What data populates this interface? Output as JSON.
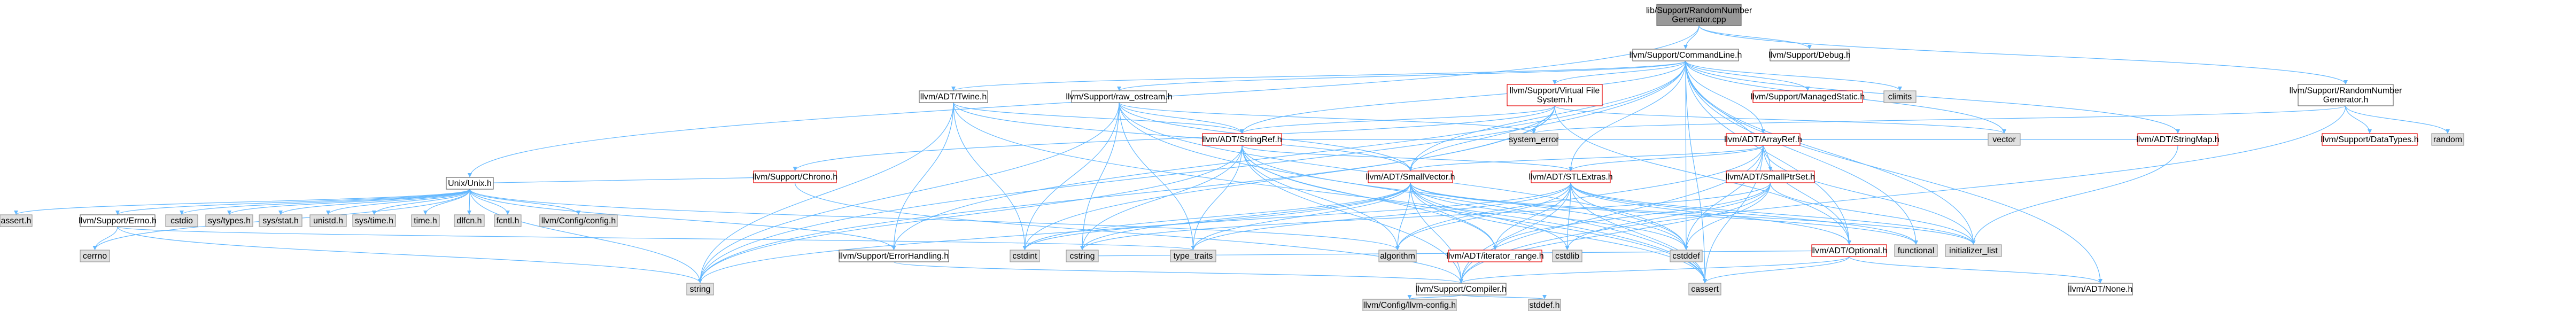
{
  "diagram": {
    "type": "include-dependency-graph",
    "colors": {
      "edge": "#63b8ff",
      "root_fill": "#999999",
      "linked_border": "#e50000",
      "external_fill": "#e0e0e0"
    },
    "nodes": [
      {
        "id": "root",
        "label": [
          "lib/Support/RandomNumber",
          "Generator.cpp"
        ],
        "style": "root"
      },
      {
        "id": "commandline",
        "label": [
          "llvm/Support/CommandLine.h"
        ],
        "style": "plain"
      },
      {
        "id": "debug",
        "label": [
          "llvm/Support/Debug.h"
        ],
        "style": "plain"
      },
      {
        "id": "unix",
        "label": [
          "Unix/Unix.h"
        ],
        "style": "plain"
      },
      {
        "id": "twine",
        "label": [
          "llvm/ADT/Twine.h"
        ],
        "style": "plain"
      },
      {
        "id": "rawostream",
        "label": [
          "llvm/Support/raw_ostream.h"
        ],
        "style": "plain"
      },
      {
        "id": "vfs",
        "label": [
          "llvm/Support/Virtual File",
          "System.h"
        ],
        "style": "red"
      },
      {
        "id": "managedstatic",
        "label": [
          "llvm/Support/ManagedStatic.h"
        ],
        "style": "red"
      },
      {
        "id": "climits",
        "label": [
          "climits"
        ],
        "style": "grey"
      },
      {
        "id": "rng",
        "label": [
          "llvm/Support/RandomNumber",
          "Generator.h"
        ],
        "style": "plain"
      },
      {
        "id": "datatypes",
        "label": [
          "llvm/Support/DataTypes.h"
        ],
        "style": "red"
      },
      {
        "id": "random",
        "label": [
          "random"
        ],
        "style": "grey"
      },
      {
        "id": "stringmap",
        "label": [
          "llvm/ADT/StringMap.h"
        ],
        "style": "red"
      },
      {
        "id": "arrayref",
        "label": [
          "llvm/ADT/ArrayRef.h"
        ],
        "style": "red"
      },
      {
        "id": "stringref",
        "label": [
          "llvm/ADT/StringRef.h"
        ],
        "style": "red"
      },
      {
        "id": "smallptrset",
        "label": [
          "llvm/ADT/SmallPtrSet.h"
        ],
        "style": "red"
      },
      {
        "id": "stlextras",
        "label": [
          "llvm/ADT/STLExtras.h"
        ],
        "style": "red"
      },
      {
        "id": "smallvector",
        "label": [
          "llvm/ADT/SmallVector.h"
        ],
        "style": "red"
      },
      {
        "id": "systemerror",
        "label": [
          "system_error"
        ],
        "style": "grey"
      },
      {
        "id": "vector",
        "label": [
          "vector"
        ],
        "style": "grey"
      },
      {
        "id": "chrono",
        "label": [
          "llvm/Support/Chrono.h"
        ],
        "style": "red"
      },
      {
        "id": "errno",
        "label": [
          "llvm/Support/Errno.h"
        ],
        "style": "plain"
      },
      {
        "id": "configh",
        "label": [
          "llvm/Config/config.h"
        ],
        "style": "grey"
      },
      {
        "id": "asserth",
        "label": [
          "assert.h"
        ],
        "style": "grey"
      },
      {
        "id": "cstdio",
        "label": [
          "cstdio"
        ],
        "style": "grey"
      },
      {
        "id": "systypes",
        "label": [
          "sys/types.h"
        ],
        "style": "grey"
      },
      {
        "id": "sysstat",
        "label": [
          "sys/stat.h"
        ],
        "style": "grey"
      },
      {
        "id": "unistd",
        "label": [
          "unistd.h"
        ],
        "style": "grey"
      },
      {
        "id": "systime",
        "label": [
          "sys/time.h"
        ],
        "style": "grey"
      },
      {
        "id": "timeh",
        "label": [
          "time.h"
        ],
        "style": "grey"
      },
      {
        "id": "dlfcn",
        "label": [
          "dlfcn.h"
        ],
        "style": "grey"
      },
      {
        "id": "fcntl",
        "label": [
          "fcntl.h"
        ],
        "style": "grey"
      },
      {
        "id": "cerrno",
        "label": [
          "cerrno"
        ],
        "style": "grey"
      },
      {
        "id": "errorhandling",
        "label": [
          "llvm/Support/ErrorHandling.h"
        ],
        "style": "plain"
      },
      {
        "id": "cstdint",
        "label": [
          "cstdint"
        ],
        "style": "grey"
      },
      {
        "id": "cstring",
        "label": [
          "cstring"
        ],
        "style": "grey"
      },
      {
        "id": "typetraits",
        "label": [
          "type_traits"
        ],
        "style": "grey"
      },
      {
        "id": "algorithm",
        "label": [
          "algorithm"
        ],
        "style": "grey"
      },
      {
        "id": "iteratorrange",
        "label": [
          "llvm/ADT/iterator_range.h"
        ],
        "style": "red"
      },
      {
        "id": "cstdlib",
        "label": [
          "cstdlib"
        ],
        "style": "grey"
      },
      {
        "id": "cstddef",
        "label": [
          "cstddef"
        ],
        "style": "grey"
      },
      {
        "id": "optional",
        "label": [
          "llvm/ADT/Optional.h"
        ],
        "style": "red"
      },
      {
        "id": "functional",
        "label": [
          "functional"
        ],
        "style": "grey"
      },
      {
        "id": "initlist",
        "label": [
          "initializer_list"
        ],
        "style": "grey"
      },
      {
        "id": "string",
        "label": [
          "string"
        ],
        "style": "grey"
      },
      {
        "id": "compiler",
        "label": [
          "llvm/Support/Compiler.h"
        ],
        "style": "plain"
      },
      {
        "id": "cassert",
        "label": [
          "cassert"
        ],
        "style": "grey"
      },
      {
        "id": "noneh",
        "label": [
          "llvm/ADT/None.h"
        ],
        "style": "plain"
      },
      {
        "id": "llvmconfig",
        "label": [
          "llvm/Config/llvm-config.h"
        ],
        "style": "grey"
      },
      {
        "id": "stddef",
        "label": [
          "stddef.h"
        ],
        "style": "grey"
      }
    ],
    "edges": [
      [
        "root",
        "commandline"
      ],
      [
        "root",
        "debug"
      ],
      [
        "root",
        "unix"
      ],
      [
        "root",
        "rng"
      ],
      [
        "commandline",
        "twine"
      ],
      [
        "commandline",
        "rawostream"
      ],
      [
        "commandline",
        "vfs"
      ],
      [
        "commandline",
        "managedstatic"
      ],
      [
        "commandline",
        "climits"
      ],
      [
        "commandline",
        "stringmap"
      ],
      [
        "commandline",
        "arrayref"
      ],
      [
        "commandline",
        "stringref"
      ],
      [
        "commandline",
        "smallptrset"
      ],
      [
        "commandline",
        "stlextras"
      ],
      [
        "commandline",
        "smallvector"
      ],
      [
        "commandline",
        "vector"
      ],
      [
        "commandline",
        "errorhandling"
      ],
      [
        "commandline",
        "optional"
      ],
      [
        "commandline",
        "functional"
      ],
      [
        "commandline",
        "initlist"
      ],
      [
        "commandline",
        "string"
      ],
      [
        "commandline",
        "cstddef"
      ],
      [
        "commandline",
        "cassert"
      ],
      [
        "commandline",
        "noneh"
      ],
      [
        "rng",
        "datatypes"
      ],
      [
        "rng",
        "random"
      ],
      [
        "rng",
        "systemerror"
      ],
      [
        "rng",
        "compiler"
      ],
      [
        "twine",
        "stringref"
      ],
      [
        "twine",
        "smallvector"
      ],
      [
        "twine",
        "errorhandling"
      ],
      [
        "twine",
        "cassert"
      ],
      [
        "twine",
        "cstdint"
      ],
      [
        "twine",
        "string"
      ],
      [
        "rawostream",
        "stringref"
      ],
      [
        "rawostream",
        "smallvector"
      ],
      [
        "rawostream",
        "systemerror"
      ],
      [
        "rawostream",
        "cstdint"
      ],
      [
        "rawostream",
        "cstring"
      ],
      [
        "rawostream",
        "cassert"
      ],
      [
        "rawostream",
        "string"
      ],
      [
        "rawostream",
        "typetraits"
      ],
      [
        "rawostream",
        "cstddef"
      ],
      [
        "vfs",
        "systemerror"
      ],
      [
        "vfs",
        "vector"
      ],
      [
        "vfs",
        "chrono"
      ],
      [
        "vfs",
        "stringref"
      ],
      [
        "vfs",
        "smallvector"
      ],
      [
        "vfs",
        "cstdint"
      ],
      [
        "vfs",
        "string"
      ],
      [
        "vfs",
        "optional"
      ],
      [
        "unix",
        "chrono"
      ],
      [
        "unix",
        "errno"
      ],
      [
        "unix",
        "configh"
      ],
      [
        "unix",
        "asserth"
      ],
      [
        "unix",
        "cstdio"
      ],
      [
        "unix",
        "systypes"
      ],
      [
        "unix",
        "sysstat"
      ],
      [
        "unix",
        "unistd"
      ],
      [
        "unix",
        "systime"
      ],
      [
        "unix",
        "timeh"
      ],
      [
        "unix",
        "dlfcn"
      ],
      [
        "unix",
        "fcntl"
      ],
      [
        "unix",
        "cerrno"
      ],
      [
        "unix",
        "errorhandling"
      ],
      [
        "unix",
        "string"
      ],
      [
        "unix",
        "algorithm"
      ],
      [
        "errno",
        "cerrno"
      ],
      [
        "errno",
        "string"
      ],
      [
        "errno",
        "typetraits"
      ],
      [
        "chrono",
        "compiler"
      ],
      [
        "stringref",
        "stlextras"
      ],
      [
        "stringref",
        "iteratorrange"
      ],
      [
        "stringref",
        "compiler"
      ],
      [
        "stringref",
        "algorithm"
      ],
      [
        "stringref",
        "cassert"
      ],
      [
        "stringref",
        "cstddef"
      ],
      [
        "stringref",
        "cstring"
      ],
      [
        "stringref",
        "limits"
      ],
      [
        "stringref",
        "string"
      ],
      [
        "stringref",
        "typetraits"
      ],
      [
        "arrayref",
        "smallvector"
      ],
      [
        "arrayref",
        "stlextras"
      ],
      [
        "arrayref",
        "compiler"
      ],
      [
        "arrayref",
        "optional"
      ],
      [
        "arrayref",
        "algorithm"
      ],
      [
        "arrayref",
        "vector"
      ],
      [
        "arrayref",
        "initlist"
      ],
      [
        "arrayref",
        "cassert"
      ],
      [
        "arrayref",
        "cstddef"
      ],
      [
        "smallptrset",
        "compiler"
      ],
      [
        "smallptrset",
        "cstddef"
      ],
      [
        "smallptrset",
        "cstring"
      ],
      [
        "smallptrset",
        "cstdlib"
      ],
      [
        "smallptrset",
        "initlist"
      ],
      [
        "smallptrset",
        "iteratorrange"
      ],
      [
        "stlextras",
        "optional"
      ],
      [
        "stlextras",
        "iteratorrange"
      ],
      [
        "stlextras",
        "compiler"
      ],
      [
        "stlextras",
        "algorithm"
      ],
      [
        "stlextras",
        "cassert"
      ],
      [
        "stlextras",
        "cstddef"
      ],
      [
        "stlextras",
        "cstdint"
      ],
      [
        "stlextras",
        "cstdlib"
      ],
      [
        "stlextras",
        "functional"
      ],
      [
        "stlextras",
        "initlist"
      ],
      [
        "stlextras",
        "typetraits"
      ],
      [
        "smallvector",
        "iteratorrange"
      ],
      [
        "smallvector",
        "compiler"
      ],
      [
        "smallvector",
        "algorithm"
      ],
      [
        "smallvector",
        "cassert"
      ],
      [
        "smallvector",
        "cstddef"
      ],
      [
        "smallvector",
        "cstdint"
      ],
      [
        "smallvector",
        "cstdlib"
      ],
      [
        "smallvector",
        "cstring"
      ],
      [
        "smallvector",
        "functional"
      ],
      [
        "smallvector",
        "initlist"
      ],
      [
        "smallvector",
        "string"
      ],
      [
        "smallvector",
        "typetraits"
      ],
      [
        "optional",
        "noneh"
      ],
      [
        "optional",
        "compiler"
      ],
      [
        "optional",
        "cassert"
      ],
      [
        "optional",
        "cstring"
      ],
      [
        "stringmap",
        "initlist"
      ],
      [
        "stringmap",
        "stringref"
      ],
      [
        "errorhandling",
        "compiler"
      ],
      [
        "compiler",
        "llvmconfig"
      ],
      [
        "compiler",
        "stddef"
      ]
    ]
  }
}
